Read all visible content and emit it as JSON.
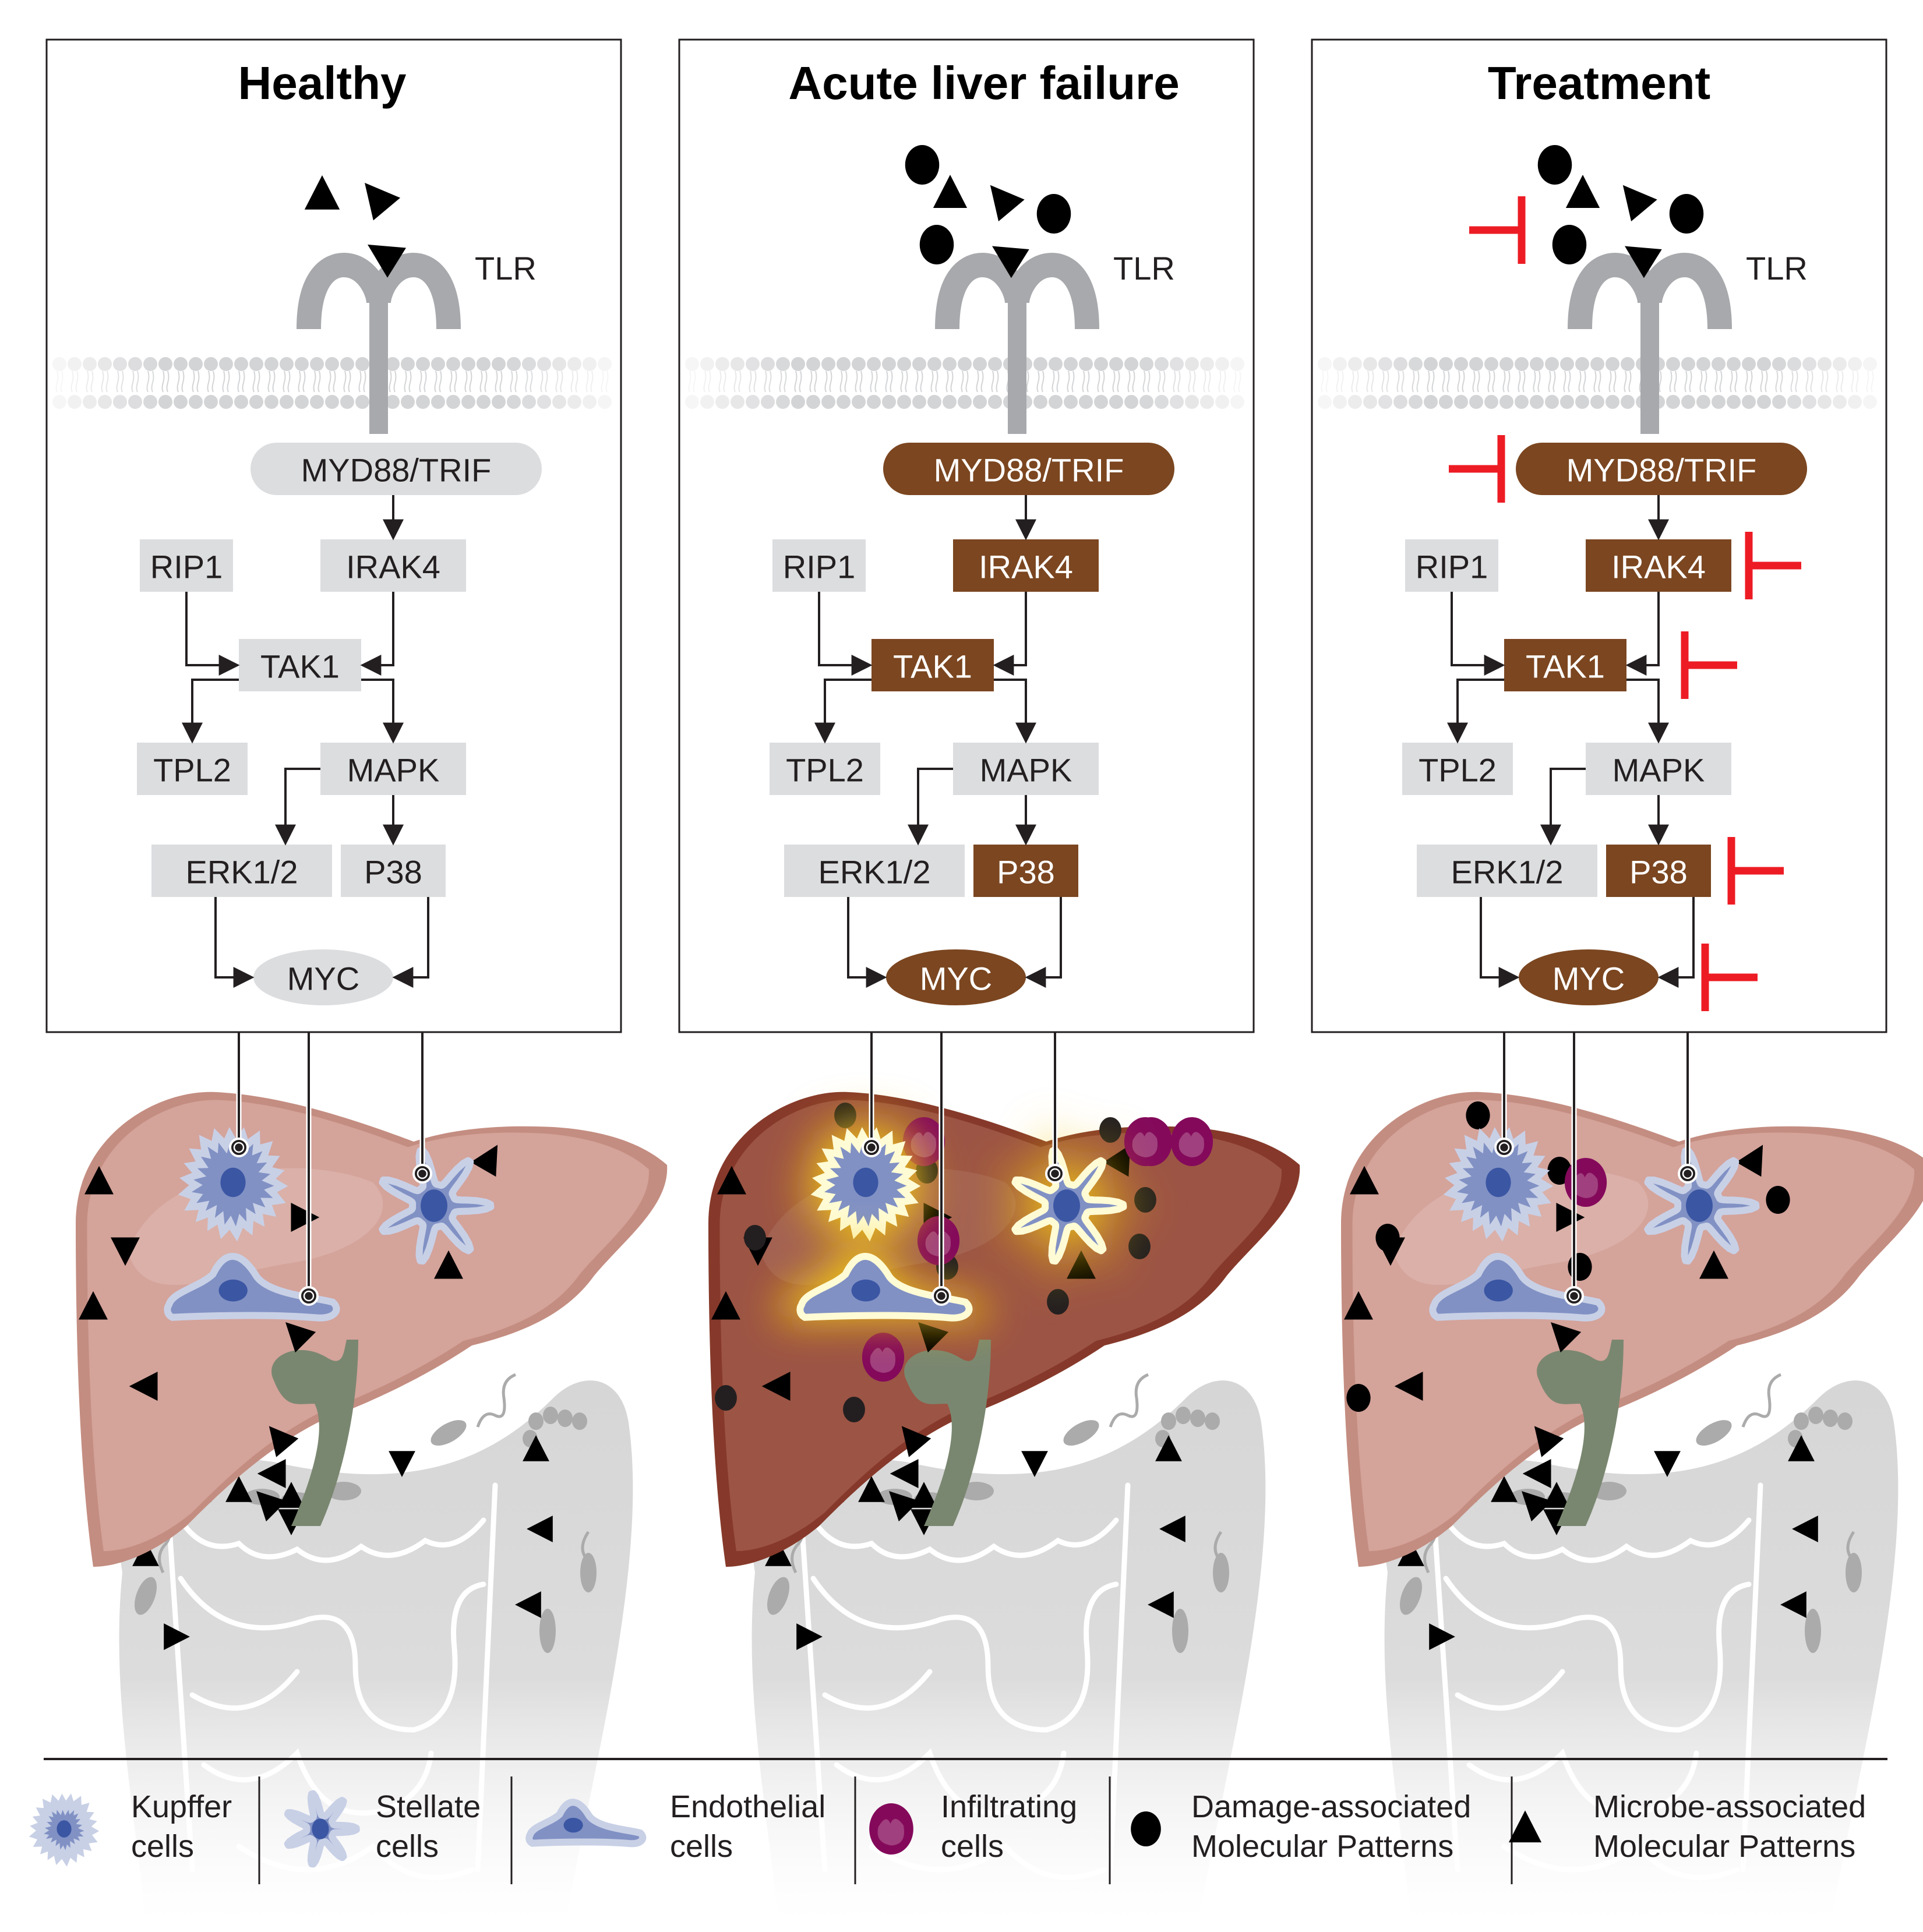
{
  "colors": {
    "active_node": "#7b4620",
    "inactive_node": "#dcdddf",
    "active_text": "#ffffff",
    "inactive_text": "#231f20",
    "receptor": "#a7a9ac",
    "inhibitor": "#ed1c24",
    "arrow": "#231f20",
    "liver_healthy": "#d4a39a",
    "liver_healthy_shade": "#c48d81",
    "liver_alf": "#9c5444",
    "liver_alf_shade": "#86392a",
    "liver_treatment": "#d4a39a",
    "gallbladder": "#7a8770",
    "intestine": "#d6d6d6",
    "bacteria": "#ababab",
    "cell_body": "#8191c4",
    "cell_outline": "#c8d0e6",
    "cell_nucleus": "#3b56a3",
    "infiltrating_outer": "#84095b",
    "infiltrating_inner": "#a0407e",
    "glow": "#f2c417",
    "ligand": "#000000"
  },
  "receptor_label": "TLR",
  "nodes": {
    "myd88": "MYD88/TRIF",
    "rip1": "RIP1",
    "irak4": "IRAK4",
    "tak1": "TAK1",
    "tpl2": "TPL2",
    "mapk": "MAPK",
    "erk": "ERK1/2",
    "p38": "P38",
    "myc": "MYC"
  },
  "panels": [
    {
      "id": "healthy",
      "title": "Healthy",
      "active_nodes": [],
      "inhibited_nodes": [],
      "ligand_inhibitor": false,
      "ligands": [
        "mamp",
        "mamp",
        "mamp"
      ],
      "liver_state": "healthy",
      "cells_activated": false,
      "liver_damps": 0,
      "liver_infiltrating": 0
    },
    {
      "id": "alf",
      "title": "Acute liver failure",
      "active_nodes": [
        "myd88",
        "irak4",
        "tak1",
        "p38",
        "myc"
      ],
      "inhibited_nodes": [],
      "ligand_inhibitor": false,
      "ligands": [
        "damp",
        "mamp",
        "mamp",
        "damp",
        "damp",
        "mamp"
      ],
      "liver_state": "failure",
      "cells_activated": true,
      "liver_damps": 10,
      "liver_infiltrating": 6
    },
    {
      "id": "treatment",
      "title": "Treatment",
      "active_nodes": [
        "myd88",
        "irak4",
        "tak1",
        "p38",
        "myc"
      ],
      "inhibited_nodes": [
        "myd88",
        "irak4",
        "tak1",
        "p38",
        "myc"
      ],
      "ligand_inhibitor": true,
      "ligands": [
        "damp",
        "mamp",
        "mamp",
        "damp",
        "damp",
        "mamp"
      ],
      "liver_state": "treated",
      "cells_activated": false,
      "liver_damps": 6,
      "liver_infiltrating": 1
    }
  ],
  "legend": [
    {
      "icon": "kupffer-cell-icon",
      "line1": "Kupffer",
      "line2": "cells"
    },
    {
      "icon": "stellate-cell-icon",
      "line1": "Stellate",
      "line2": "cells"
    },
    {
      "icon": "endothelial-cell-icon",
      "line1": "Endothelial",
      "line2": "cells"
    },
    {
      "icon": "infiltrating-cell-icon",
      "line1": "Infiltrating",
      "line2": "cells"
    },
    {
      "icon": "damp-circle-icon",
      "line1": "Damage-associated",
      "line2": "Molecular Patterns"
    },
    {
      "icon": "mamp-triangle-icon",
      "line1": "Microbe-associated",
      "line2": "Molecular Patterns"
    }
  ]
}
